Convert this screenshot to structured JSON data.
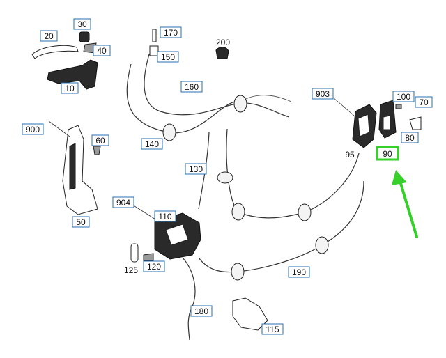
{
  "diagram": {
    "labels": {
      "p20": "20",
      "p30": "30",
      "p40": "40",
      "p10": "10",
      "p170": "170",
      "p150": "150",
      "p200": "200",
      "p160": "160",
      "p140": "140",
      "p900": "900",
      "p60": "60",
      "p50": "50",
      "p903": "903",
      "p100": "100",
      "p70": "70",
      "p80": "80",
      "p95": "95",
      "p90": "90",
      "p130": "130",
      "p904": "904",
      "p110": "110",
      "p125": "125",
      "p120": "120",
      "p190": "190",
      "p180": "180",
      "p115": "115"
    },
    "highlight_color": "#35d12a"
  }
}
